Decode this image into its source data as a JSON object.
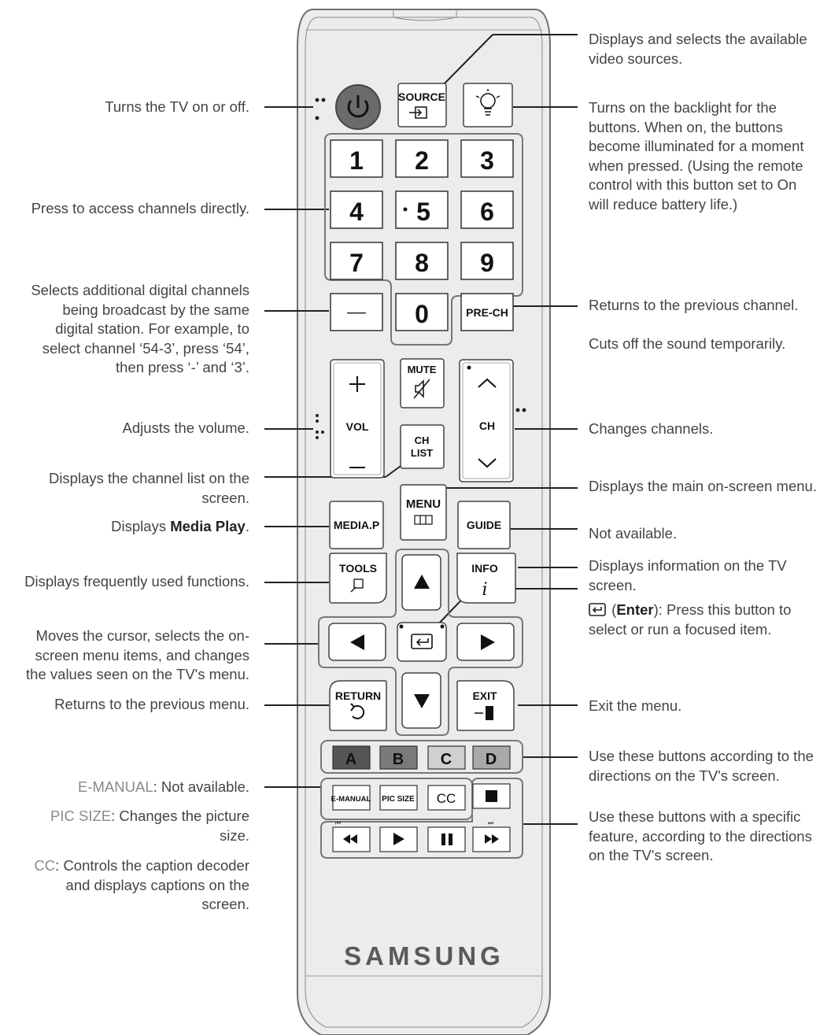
{
  "remote": {
    "brand": "SAMSUNG",
    "buttons": {
      "source": "SOURCE",
      "digits": [
        "1",
        "2",
        "3",
        "4",
        "5",
        "6",
        "7",
        "8",
        "9",
        "0"
      ],
      "dash": "—",
      "prech": "PRE-CH",
      "mute": "MUTE",
      "vol": "VOL",
      "ch": "CH",
      "chlist_1": "CH",
      "chlist_2": "LIST",
      "menu": "MENU",
      "mediap": "MEDIA.P",
      "guide": "GUIDE",
      "tools": "TOOLS",
      "info": "INFO",
      "info_glyph": "i",
      "return": "RETURN",
      "exit": "EXIT",
      "color_a": "A",
      "color_b": "B",
      "color_c": "C",
      "color_d": "D",
      "emanual": "E-MANUAL",
      "picsize": "PIC SIZE",
      "cc": "CC"
    },
    "colors": {
      "body": "#ececec",
      "outline": "#6e6e6e",
      "power": "#6b6b6b",
      "color_a": "#555555",
      "color_b": "#7a7a7a",
      "color_c": "#d0d0d0",
      "color_d": "#a9a9a9"
    }
  },
  "callouts_left": {
    "power": "Turns the TV on or off.",
    "numbers": "Press to access channels directly.",
    "dash_1": "Selects additional digital channels",
    "dash_2": "being broadcast by the same",
    "dash_3": "digital station. For example, to",
    "dash_4": "select channel ‘54-3’, press ‘54’,",
    "dash_5": "then press ‘-’ and ‘3’.",
    "volume": "Adjusts the volume.",
    "chlist_1": "Displays the channel list on the",
    "chlist_2": "screen.",
    "mediap_pre": "Displays ",
    "mediap_bold": "Media Play",
    "mediap_post": ".",
    "tools": "Displays frequently used functions.",
    "cursor_1": "Moves the cursor, selects the on-",
    "cursor_2": "screen menu items, and changes",
    "cursor_3": "the values seen on the TV's menu.",
    "return": "Returns to the previous menu.",
    "emanual_key": "E-MANUAL",
    "emanual_desc": ": Not available.",
    "picsize_key": "PIC SIZE",
    "picsize_desc_1": ": Changes the picture",
    "picsize_desc_2": "size.",
    "cc_key": "CC",
    "cc_desc_1": ": Controls the caption decoder",
    "cc_desc_2": "and displays captions on the",
    "cc_desc_3": "screen."
  },
  "callouts_right": {
    "source_1": "Displays and selects the available",
    "source_2": "video sources.",
    "backlight_1": "Turns on the backlight for the",
    "backlight_2": "buttons. When on, the buttons",
    "backlight_3": "become illuminated for a moment",
    "backlight_4": "when pressed. (Using the remote",
    "backlight_5": "control with this button set to On",
    "backlight_6": "will reduce battery life.)",
    "prech": "Returns to the previous channel.",
    "mute": "Cuts off the sound temporarily.",
    "channel": "Changes channels.",
    "menu": "Displays the main on-screen menu.",
    "guide": "Not available.",
    "info_1": "Displays information on the TV",
    "info_2": "screen.",
    "enter_bold": "Enter",
    "enter_desc_1": "): Press this button to",
    "enter_desc_2": "select or run a focused item.",
    "exit": "Exit the menu.",
    "color_1": "Use these buttons according to the",
    "color_2": "directions on the TV's screen.",
    "media_1": "Use these buttons with a specific",
    "media_2": "feature, according to the directions",
    "media_3": "on the TV's screen."
  }
}
